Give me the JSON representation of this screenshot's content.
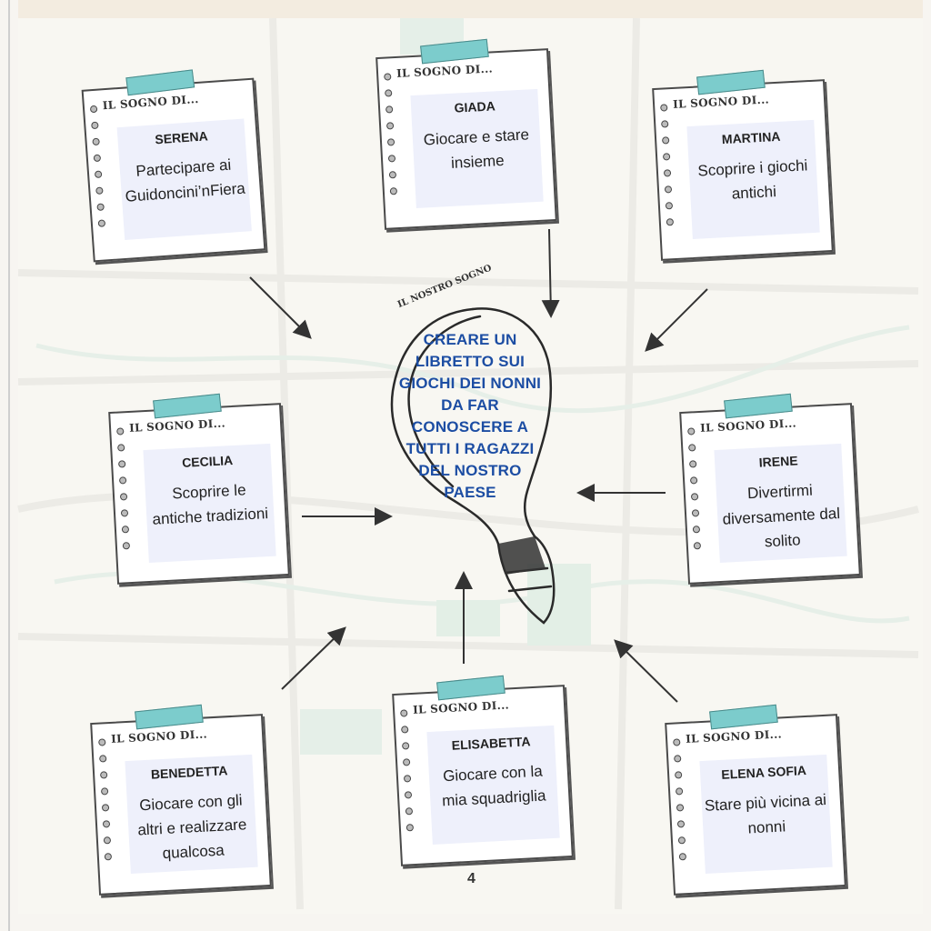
{
  "card_header": "IL SOGNO DI...",
  "center": {
    "label": "IL NOSTRO SOGNO",
    "title": "CREARE UN LIBRETTO SUI GIOCHI DEI NONNI DA FAR CONOSCERE A TUTTI I RAGAZZI DEL NOSTRO PAESE"
  },
  "cards": [
    {
      "name": "SERENA",
      "dream": "Partecipare ai Guidoncini’nFiera"
    },
    {
      "name": "GIADA",
      "dream": "Giocare e stare insieme"
    },
    {
      "name": "MARTINA",
      "dream": "Scoprire i giochi antichi"
    },
    {
      "name": "CECILIA",
      "dream": "Scoprire le antiche tradizioni"
    },
    {
      "name": "IRENE",
      "dream": "Divertirmi diversamente dal solito"
    },
    {
      "name": "BENEDETTA",
      "dream": "Giocare con gli altri e realizzare qualcosa"
    },
    {
      "name": "ELISABETTA",
      "dream": "Giocare con la mia squadriglia"
    },
    {
      "name": "ELENA SOFIA",
      "dream": "Stare più vicina ai nonni"
    }
  ],
  "page_number": "4",
  "colors": {
    "title": "#1c4da3",
    "tape": "#7ccccc",
    "inner": "#eef0fb"
  }
}
